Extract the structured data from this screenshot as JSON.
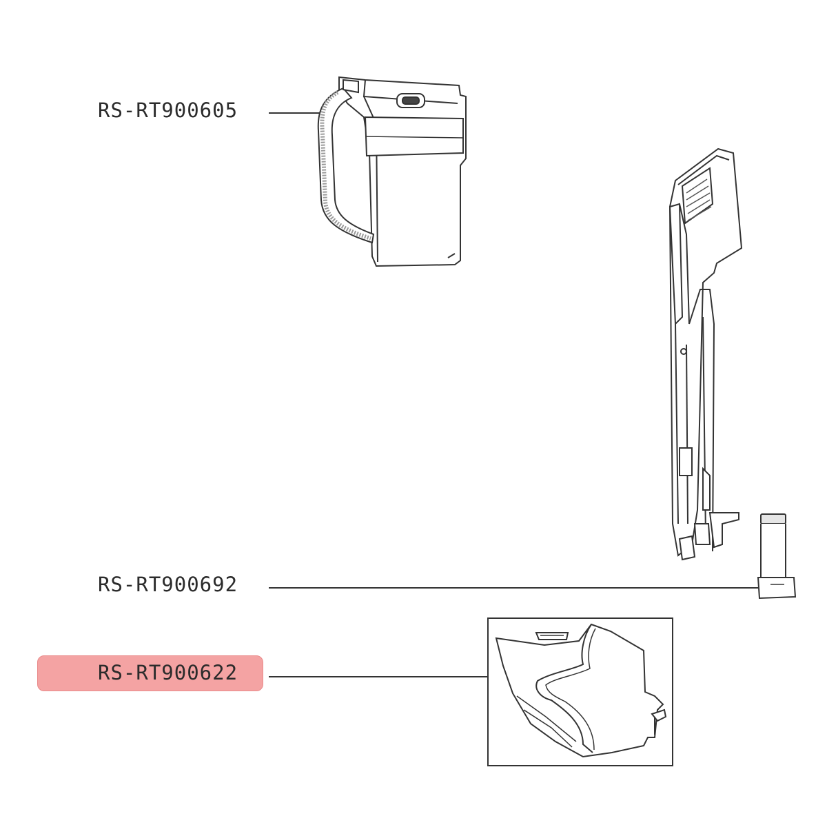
{
  "parts": [
    {
      "ref": "RS-RT900605",
      "highlighted": false
    },
    {
      "ref": "RS-RT900692",
      "highlighted": false
    },
    {
      "ref": "RS-RT900622",
      "highlighted": true
    }
  ],
  "colors": {
    "line": "#333333",
    "highlight": "#f4a3a3",
    "part_fill": "#ffffff",
    "part_shade": "#d9d9d9"
  }
}
